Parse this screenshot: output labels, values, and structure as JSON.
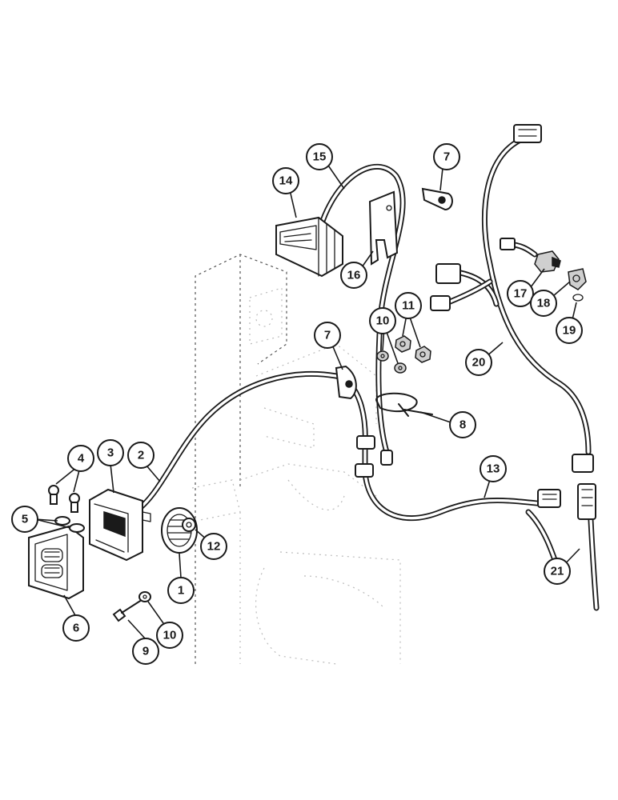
{
  "callouts": {
    "c1": "1",
    "c2": "2",
    "c3": "3",
    "c4": "4",
    "c5": "5",
    "c6": "6",
    "c7a": "7",
    "c7b": "7",
    "c8": "8",
    "c9": "9",
    "c10a": "10",
    "c10b": "10",
    "c11": "11",
    "c12": "12",
    "c13": "13",
    "c14": "14",
    "c15": "15",
    "c16": "16",
    "c17": "17",
    "c18": "18",
    "c19": "19",
    "c20": "20",
    "c21": "21"
  }
}
